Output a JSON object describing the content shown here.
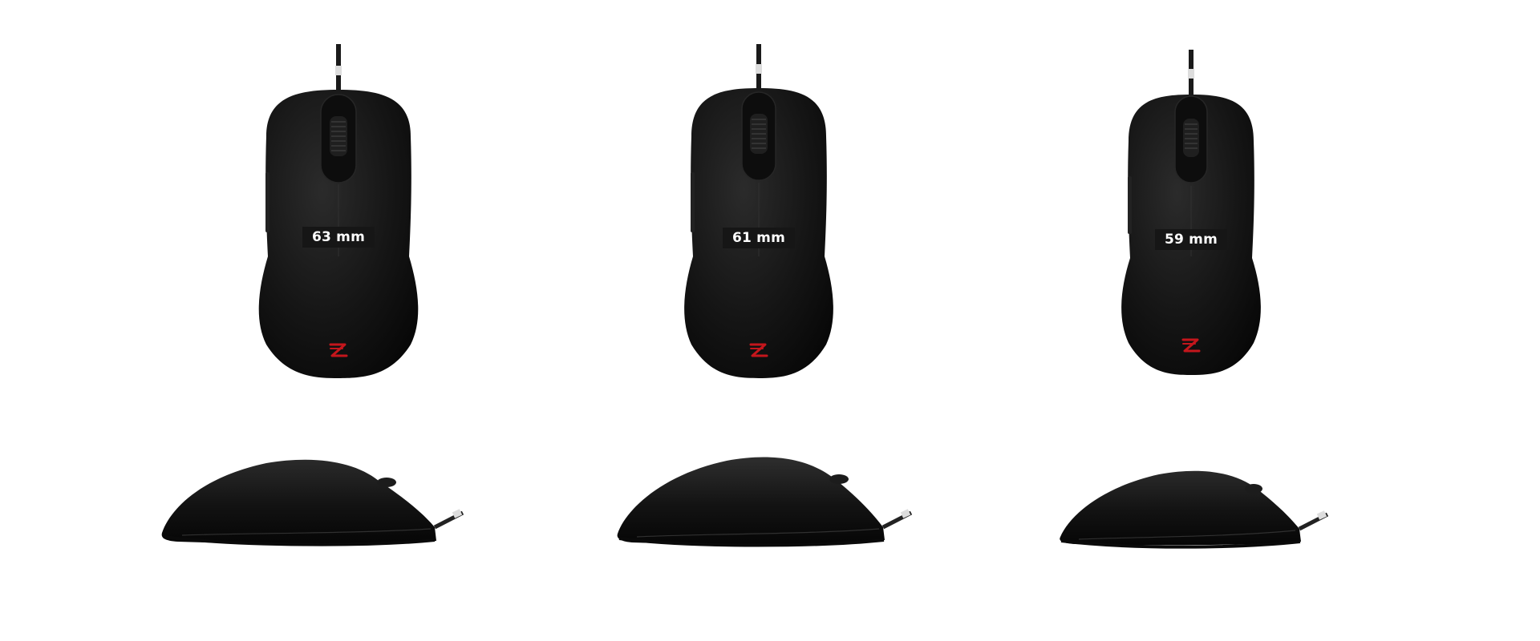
{
  "products": [
    {
      "width_label": "63 mm",
      "logo": "zowie-logo-icon",
      "logo_color": "#c4161c"
    },
    {
      "width_label": "61 mm",
      "logo": "zowie-logo-icon",
      "logo_color": "#c4161c"
    },
    {
      "width_label": "59 mm",
      "logo": "zowie-logo-icon",
      "logo_color": "#c4161c"
    }
  ],
  "colors": {
    "background": "#ffffff",
    "mouse_body": "#141414",
    "measure_line": "#d9d9d9"
  }
}
